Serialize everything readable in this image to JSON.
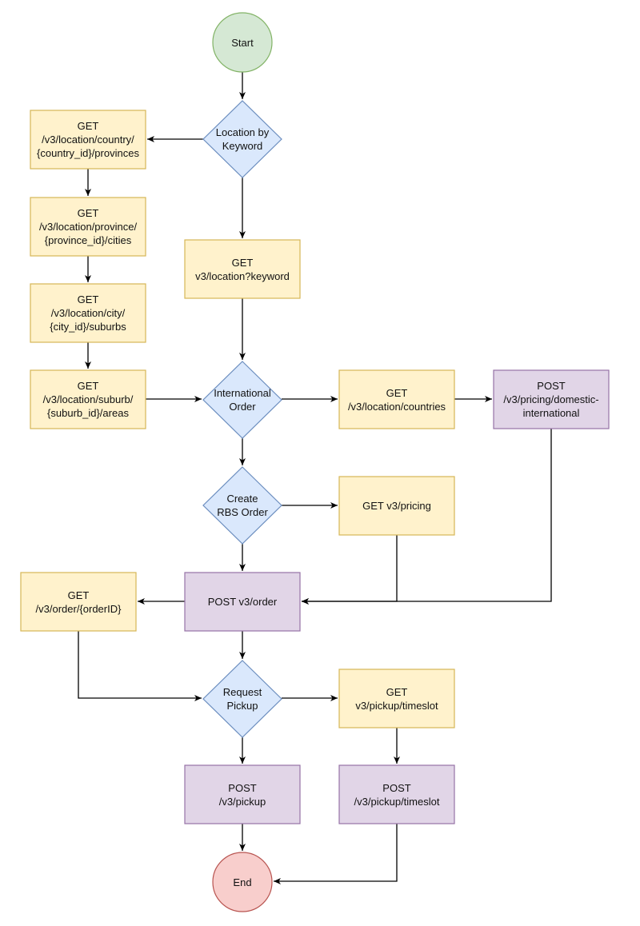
{
  "colors": {
    "start": {
      "fill": "#d5e8d4",
      "stroke": "#82b366"
    },
    "end": {
      "fill": "#f8cecc",
      "stroke": "#b85450"
    },
    "decision": {
      "fill": "#dae8fc",
      "stroke": "#6c8ebf"
    },
    "get": {
      "fill": "#fff2cc",
      "stroke": "#d6b656"
    },
    "post": {
      "fill": "#e1d5e7",
      "stroke": "#9673a6"
    },
    "edge": "#000000"
  },
  "nodes": {
    "start": {
      "shape": "ellipse",
      "style": "start",
      "lines": [
        "Start"
      ]
    },
    "location_keyword": {
      "shape": "diamond",
      "style": "decision",
      "lines": [
        "Location by",
        "Keyword"
      ]
    },
    "get_provinces": {
      "shape": "rect",
      "style": "get",
      "lines": [
        "GET",
        "/v3/location/country/",
        "{country_id}/provinces"
      ]
    },
    "get_cities": {
      "shape": "rect",
      "style": "get",
      "lines": [
        "GET",
        "/v3/location/province/",
        "{province_id}/cities"
      ]
    },
    "get_suburbs": {
      "shape": "rect",
      "style": "get",
      "lines": [
        "GET",
        "/v3/location/city/",
        "{city_id}/suburbs"
      ]
    },
    "get_areas": {
      "shape": "rect",
      "style": "get",
      "lines": [
        "GET",
        "/v3/location/suburb/",
        "{suburb_id}/areas"
      ]
    },
    "get_keyword": {
      "shape": "rect",
      "style": "get",
      "lines": [
        "GET",
        "v3/location?keyword"
      ]
    },
    "international_order": {
      "shape": "diamond",
      "style": "decision",
      "lines": [
        "International",
        "Order"
      ]
    },
    "get_countries": {
      "shape": "rect",
      "style": "get",
      "lines": [
        "GET",
        "/v3/location/countries"
      ]
    },
    "post_pricing_intl": {
      "shape": "rect",
      "style": "post",
      "lines": [
        "POST",
        "/v3/pricing/domestic-",
        "international"
      ]
    },
    "create_rbs_order": {
      "shape": "diamond",
      "style": "decision",
      "lines": [
        "Create",
        "RBS Order"
      ]
    },
    "get_pricing": {
      "shape": "rect",
      "style": "get",
      "lines": [
        "GET v3/pricing"
      ]
    },
    "post_order": {
      "shape": "rect",
      "style": "post",
      "lines": [
        "POST v3/order"
      ]
    },
    "get_order": {
      "shape": "rect",
      "style": "get",
      "lines": [
        "GET",
        "/v3/order/{orderID}"
      ]
    },
    "request_pickup": {
      "shape": "diamond",
      "style": "decision",
      "lines": [
        "Request",
        "Pickup"
      ]
    },
    "get_timeslot": {
      "shape": "rect",
      "style": "get",
      "lines": [
        "GET",
        "v3/pickup/timeslot"
      ]
    },
    "post_pickup": {
      "shape": "rect",
      "style": "post",
      "lines": [
        "POST",
        "/v3/pickup"
      ]
    },
    "post_timeslot": {
      "shape": "rect",
      "style": "post",
      "lines": [
        "POST",
        "/v3/pickup/timeslot"
      ]
    },
    "end": {
      "shape": "ellipse",
      "style": "end",
      "lines": [
        "End"
      ]
    }
  },
  "edges": [
    {
      "from": "start",
      "to": "location_keyword"
    },
    {
      "from": "location_keyword",
      "to": "get_provinces"
    },
    {
      "from": "location_keyword",
      "to": "get_keyword"
    },
    {
      "from": "get_provinces",
      "to": "get_cities"
    },
    {
      "from": "get_cities",
      "to": "get_suburbs"
    },
    {
      "from": "get_suburbs",
      "to": "get_areas"
    },
    {
      "from": "get_areas",
      "to": "international_order"
    },
    {
      "from": "get_keyword",
      "to": "international_order"
    },
    {
      "from": "international_order",
      "to": "get_countries"
    },
    {
      "from": "get_countries",
      "to": "post_pricing_intl"
    },
    {
      "from": "international_order",
      "to": "create_rbs_order"
    },
    {
      "from": "create_rbs_order",
      "to": "get_pricing"
    },
    {
      "from": "create_rbs_order",
      "to": "post_order"
    },
    {
      "from": "get_pricing",
      "to": "post_order"
    },
    {
      "from": "post_pricing_intl",
      "to": "post_order"
    },
    {
      "from": "post_order",
      "to": "get_order"
    },
    {
      "from": "get_order",
      "to": "request_pickup"
    },
    {
      "from": "post_order",
      "to": "request_pickup"
    },
    {
      "from": "request_pickup",
      "to": "get_timeslot"
    },
    {
      "from": "request_pickup",
      "to": "post_pickup"
    },
    {
      "from": "get_timeslot",
      "to": "post_timeslot"
    },
    {
      "from": "post_pickup",
      "to": "end"
    },
    {
      "from": "post_timeslot",
      "to": "end"
    }
  ]
}
